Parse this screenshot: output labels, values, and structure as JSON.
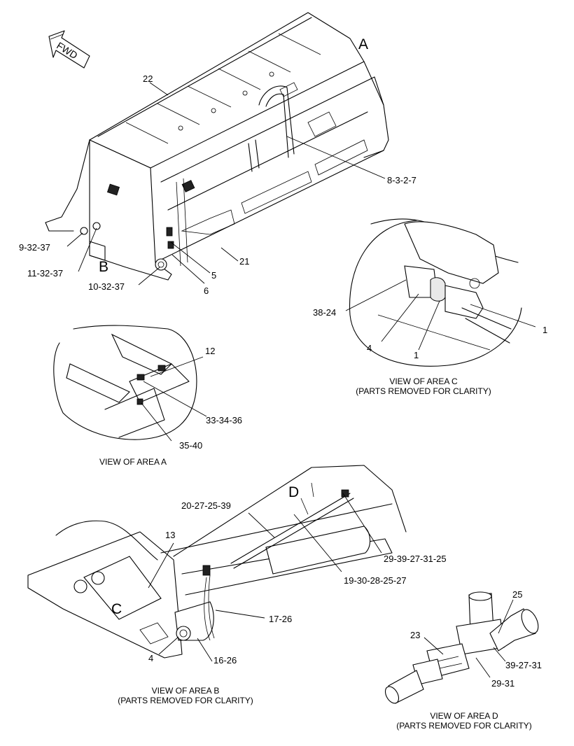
{
  "direction_label": "FWD",
  "area_markers": {
    "a": "A",
    "b": "B",
    "c": "C",
    "d": "D"
  },
  "callouts": {
    "main": {
      "c22": "22",
      "c8327": "8-3-2-7",
      "c93237": "9-32-37",
      "c113237": "11-32-37",
      "c103237": "10-32-37",
      "c5": "5",
      "c6": "6",
      "c21": "21"
    },
    "area_a": {
      "c12": "12",
      "c333436": "33-34-36",
      "c3540": "35-40"
    },
    "area_b": {
      "c13": "13",
      "c20272539": "20-27-25-39",
      "c2939273125": "29-39-27-31-25",
      "c1930282527": "19-30-28-25-27",
      "c1726": "17-26",
      "c1626": "16-26",
      "c4": "4"
    },
    "area_c": {
      "c3824": "38-24",
      "c4": "4",
      "c1a": "1",
      "c1b": "1"
    },
    "area_d": {
      "c25": "25",
      "c23": "23",
      "c392731": "39-27-31",
      "c2931": "29-31"
    }
  },
  "captions": {
    "area_a": "VIEW OF AREA A",
    "area_b_title": "VIEW OF AREA B",
    "area_b_note": "(PARTS REMOVED FOR CLARITY)",
    "area_c_title": "VIEW OF AREA C",
    "area_c_note": "(PARTS REMOVED FOR CLARITY)",
    "area_d_title": "VIEW OF AREA D",
    "area_d_note": "(PARTS REMOVED FOR CLARITY)"
  }
}
